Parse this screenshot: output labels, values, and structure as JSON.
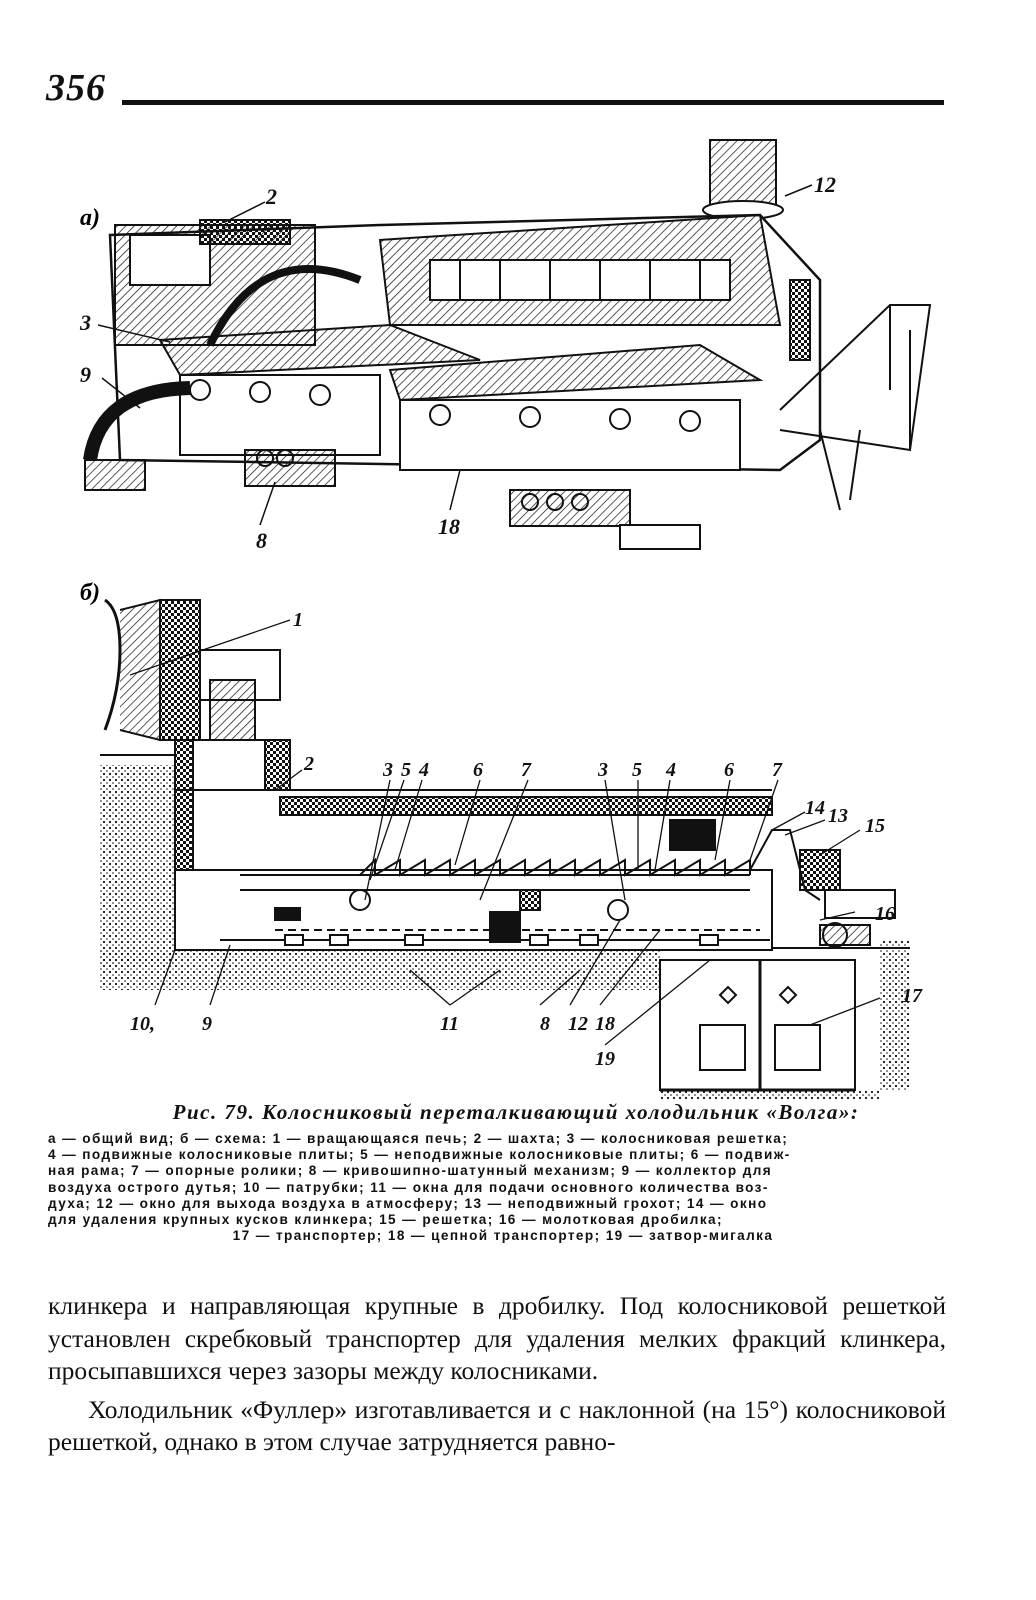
{
  "page": {
    "number": "356"
  },
  "figure": {
    "panel_a_label": "а)",
    "panel_b_label": "б)",
    "callouts_a": [
      "2",
      "12",
      "3",
      "9",
      "8",
      "18"
    ],
    "callouts_b": [
      "1",
      "2",
      "3",
      "5",
      "4",
      "6",
      "7",
      "3",
      "5",
      "4",
      "6",
      "7",
      "14",
      "13",
      "15",
      "16",
      "17",
      "10,",
      "9",
      "11",
      "8",
      "12",
      "18",
      "19"
    ]
  },
  "caption": {
    "title": "Рис. 79. Колосниковый переталкивающий холодильник «Волга»:",
    "legend_lines": [
      "а — общий вид; б — схема: 1 — вращающаяся печь; 2 — шахта; 3 — колосниковая решетка;",
      "4 — подвижные колосниковые плиты; 5 — неподвижные колосниковые плиты; 6 — подвиж-",
      "ная рама; 7 — опорные ролики; 8 — кривошипно-шатунный механизм; 9 — коллектор для",
      "воздуха острого дутья; 10 — патрубки; 11 — окна для подачи основного количества воз-",
      "духа; 12 — окно для выхода воздуха в атмосферу; 13 — неподвижный грохот; 14 — окно",
      "для удаления крупных кусков клинкера; 15 — решетка; 16 — молотковая дробилка;",
      "17 — транспортер; 18 — цепной транспортер; 19 — затвор-мигалка"
    ]
  },
  "body": {
    "paragraph_1": "клинкера и направляющая крупные в дробилку. Под колосниковой решеткой установлен скребковый транспортер для удаления мелких фракций клинкера, просыпавшихся через зазоры между колосниками.",
    "paragraph_2": "Холодильник «Фуллер» изготавливается и с наклонной (на 15°) колосниковой решеткой, однако в этом случае затрудняется равно-"
  }
}
